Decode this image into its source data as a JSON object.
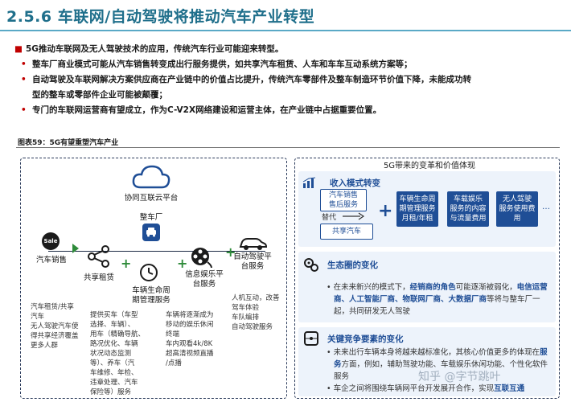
{
  "heading": "2.5.6 车联网/自动驾驶将推动汽车产业转型",
  "bullets": [
    {
      "marker": "■",
      "text": "5G推动车联网及无人驾驶技术的应用，传统汽车行业可能迎来转型。"
    },
    {
      "marker": "•",
      "text": "整车厂商业模式可能从汽车销售转变成出行服务提供，如共享汽车租赁、人车和车车互动系统方案等；"
    },
    {
      "marker": "•",
      "text": "自动驾驶及车联网解决方案供应商在产业链中的价值占比提升，传统汽车零部件及整车制造环节价值下降，未能成功转"
    },
    {
      "marker": "",
      "text": "型的整车或零部件企业可能被颠覆；"
    },
    {
      "marker": "•",
      "text": "专门的车联网运营商有望成立，作为C-V2X网络建设和运营主体，在产业链中占据重要位置。"
    }
  ],
  "figure_caption": "图表59：5G有望重塑汽车产业",
  "left_diagram": {
    "cloud_label": "协同互联云平台",
    "oem_label": "整车厂",
    "sale_badge": "Sale",
    "car_sales": "汽车销售",
    "car_sales_notes": [
      "汽车租赁/共享",
      "汽车",
      "无人驾驶汽车使",
      "得共享经济覆盖",
      "更多人群"
    ],
    "shared_rental": "共享租赁",
    "lifecycle": [
      "车辆生命周",
      "期管理服务"
    ],
    "lifecycle_notes": [
      "提供买车（车型",
      "选择、车辆）、",
      "用车（精确导航、",
      "路况优化、车辆",
      "状况动态监测",
      "等）、养车（汽",
      "车维修、年检、",
      "违章处理、汽车",
      "保险等）服务"
    ],
    "infotainment": [
      "信息娱乐平",
      "台服务"
    ],
    "infotainment_notes": [
      "车辆将逐渐成为",
      "移动的娱乐休闲",
      "终端",
      "车内观看4k/8K",
      "超高清视频直播",
      "/点播"
    ],
    "autonomous": [
      "自动驾驶平",
      "台服务"
    ],
    "autonomous_notes": [
      "人机互动，改善",
      "驾车体验",
      "车队编排",
      "自动驾驶服务"
    ]
  },
  "right_diagram": {
    "title": "5G带来的变革和价值体现",
    "revenue": {
      "head": "收入模式转变",
      "box_after_sales": [
        "汽车销售",
        "售后服务"
      ],
      "replace_label": "替代",
      "box_shared": "共享汽车",
      "box_lifecycle": [
        "车辆生命周",
        "期管理服务",
        "月租/年租"
      ],
      "box_entertainment": [
        "车载娱乐",
        "服务的内容",
        "与流量费用"
      ],
      "box_autonomous": [
        "无人驾驶",
        "服务使用费",
        "用"
      ]
    },
    "ecosystem": {
      "head": "生态圈的变化",
      "p1": "在未来新兴的模式下，",
      "p1_hl": "经销商的角色",
      "p1_b": "可能逐渐被弱化，",
      "p1_hl2": "电信运营商、人工智能厂商、物联网厂商、大数据厂商",
      "p1_c": "等将与整车厂一起，共同研发无人驾驶"
    },
    "competition": {
      "head": "关键竞争要素的变化",
      "p1": "未来出行车辆本身将越来越标准化，其核心价值更多的体现在",
      "p1_hl": "服务",
      "p1_b": "方面，例如，辅助驾驶功能、车载娱乐休闲功能、个性化软件服务",
      "p2": "车企之间将围绕车辆网平台开发展开合作，实现",
      "p2_hl": "互联互通"
    }
  },
  "watermark": "知乎 @字节跳叶",
  "colors": {
    "title": "#1f6f8b",
    "accent_red": "#c00000",
    "panel_blue": "#1f4e96",
    "plus_green": "#2e8b3a",
    "dash": "#2b3b5b"
  },
  "icons": [
    "cloud-icon",
    "car-front-icon",
    "sale-badge-icon",
    "share-network-icon",
    "clock-icon",
    "film-reel-icon",
    "car-side-icon",
    "chart-bars-icon",
    "gears-icon",
    "puzzle-icon"
  ]
}
